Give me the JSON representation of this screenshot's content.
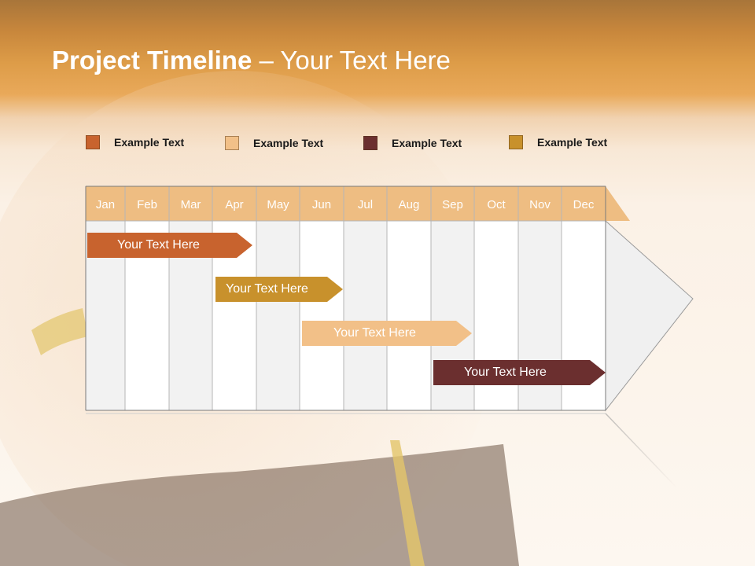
{
  "slide": {
    "title_bold": "Project Timeline",
    "title_rest": " – Your Text Here"
  },
  "legend": [
    {
      "label": "Example Text",
      "color": "#c8632e"
    },
    {
      "label": "Example Text",
      "color": "#f2c088"
    },
    {
      "label": "Example Text",
      "color": "#6b2f2f"
    },
    {
      "label": "Example Text",
      "color": "#c8912c"
    }
  ],
  "timeline": {
    "months": [
      "Jan",
      "Feb",
      "Mar",
      "Apr",
      "May",
      "Jun",
      "Jul",
      "Aug",
      "Sep",
      "Oct",
      "Nov",
      "Dec"
    ],
    "header_color": "#eebd82",
    "tasks": [
      {
        "label": "Your  Text Here",
        "color": "#c8632e",
        "text_color": "#ffffff"
      },
      {
        "label": "Your  Text Here",
        "color": "#c8912c",
        "text_color": "#ffffff"
      },
      {
        "label": "Your  Text Here",
        "color": "#f2c088",
        "text_color": "#ffffff"
      },
      {
        "label": "Your  Text Here",
        "color": "#6b2f2f",
        "text_color": "#ffffff"
      }
    ]
  }
}
